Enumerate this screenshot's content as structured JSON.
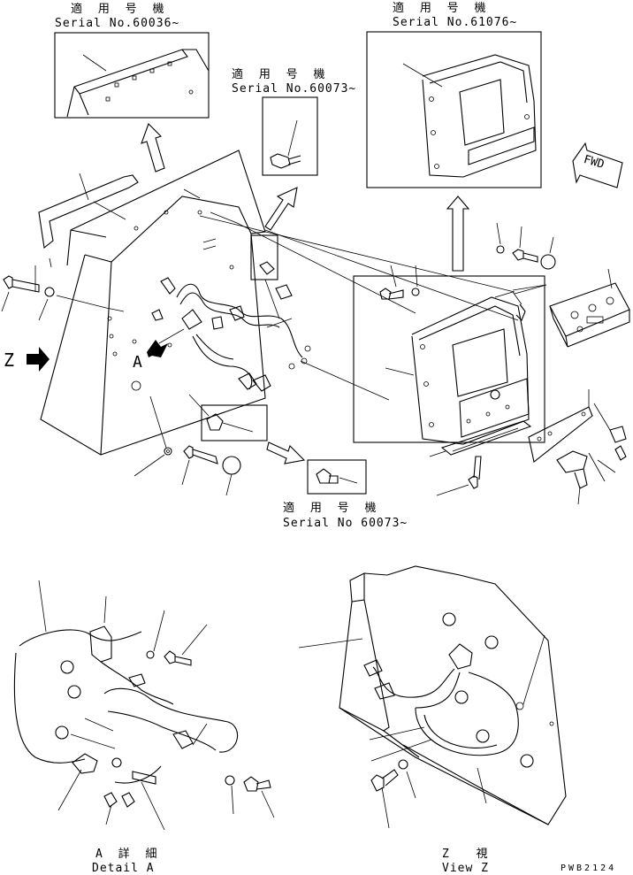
{
  "callouts": {
    "top_left": {
      "jp": "適 用 号 機",
      "serial": "Serial No.60036~"
    },
    "top_middle": {
      "jp": "適 用 号 機",
      "serial": "Serial No.60073~"
    },
    "top_right": {
      "jp": "適 用 号 機",
      "serial": "Serial No.61076~"
    },
    "bottom_center": {
      "jp": "適 用 号 機",
      "serial": "Serial No 60073~"
    }
  },
  "markers": {
    "z": "Z",
    "a": "A",
    "fwd": "FWD"
  },
  "captions": {
    "detail_a_jp": "A 詳 細",
    "detail_a_en": "Detail A",
    "view_z_jp": "Z  視",
    "view_z_en": "View Z"
  },
  "drawing_code": "PWB2124"
}
